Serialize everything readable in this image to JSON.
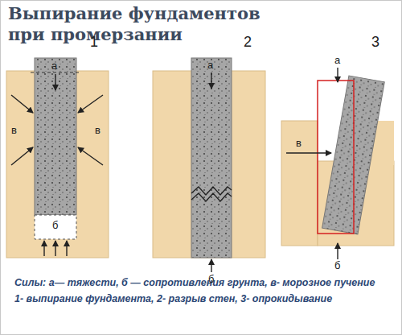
{
  "diagram": {
    "title": "Выпирание фундаментов при промерзании",
    "caption": "Силы: а— тяжести, б — сопротивления грунта, в- морозное пучение",
    "labels": [
      "1",
      "2",
      "3",
      "а",
      "в",
      "в",
      "б",
      "а",
      "б",
      "а",
      "в",
      "б",
      "1- выпирание фундамента, 2- разрыв стен, 3- опрокидывание"
    ]
  }
}
